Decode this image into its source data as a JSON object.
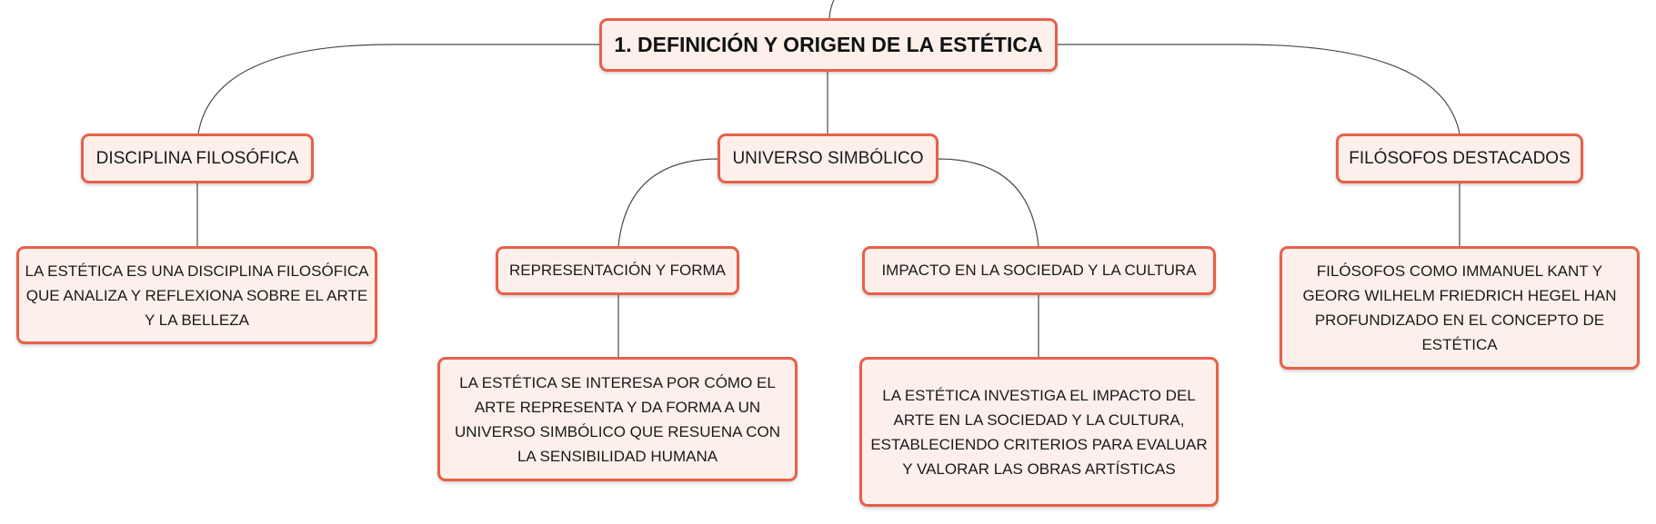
{
  "map": {
    "root": {
      "label": "1. DEFINICIÓN Y ORIGEN DE LA ESTÉTICA"
    },
    "disciplina": {
      "label": "DISCIPLINA FILOSÓFICA",
      "detail": "LA ESTÉTICA ES UNA DISCIPLINA FILOSÓFICA QUE ANALIZA Y REFLEXIONA SOBRE EL ARTE Y LA BELLEZA"
    },
    "universo": {
      "label": "UNIVERSO SIMBÓLICO",
      "representacion": {
        "label": "REPRESENTACIÓN Y FORMA",
        "detail": "LA ESTÉTICA SE INTERESA POR CÓMO EL ARTE REPRESENTA Y DA FORMA A UN UNIVERSO SIMBÓLICO QUE RESUENA CON LA SENSIBILIDAD HUMANA"
      },
      "impacto": {
        "label": "IMPACTO EN LA SOCIEDAD Y LA CULTURA",
        "detail": "LA ESTÉTICA INVESTIGA EL IMPACTO DEL ARTE EN LA SOCIEDAD Y LA CULTURA, ESTABLECIENDO CRITERIOS PARA EVALUAR Y VALORAR LAS OBRAS ARTÍSTICAS"
      }
    },
    "filosofos": {
      "label": "FILÓSOFOS DESTACADOS",
      "detail": "FILÓSOFOS COMO IMMANUEL KANT Y GEORG WILHELM FRIEDRICH HEGEL HAN PROFUNDIZADO EN EL CONCEPTO DE ESTÉTICA"
    }
  },
  "colors": {
    "node_border": "#e8604a",
    "node_fill": "#fdf0ea",
    "connector": "#4a4a4a"
  }
}
